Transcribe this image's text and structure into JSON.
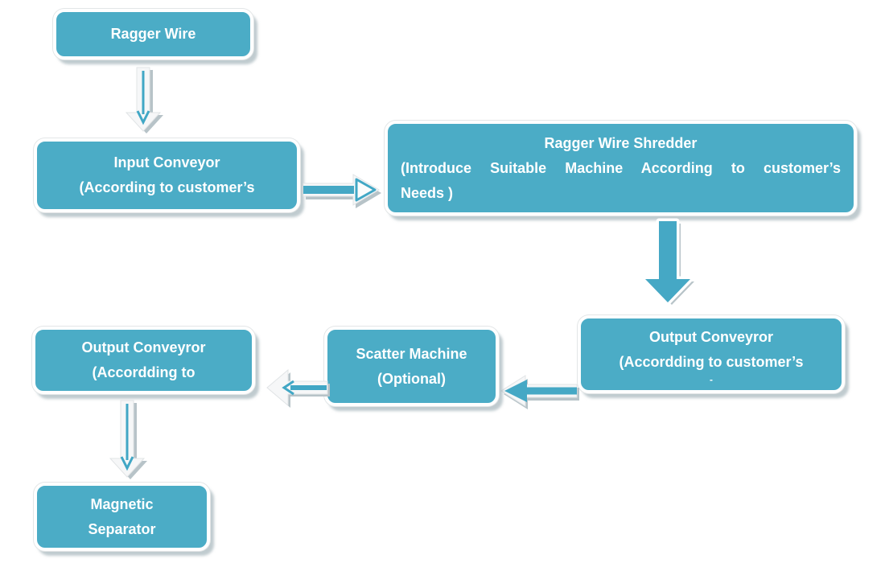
{
  "diagram": {
    "title": "Ragger Wire recycling process flowchart",
    "colors": {
      "node_fill": "#4BACC6",
      "node_border": "#FFFFFF",
      "shadow": "#B7C3C8",
      "arrow_teal": "#41A7C5",
      "text": "#FFFFFF",
      "background": "#FFFFFF"
    },
    "nodes": [
      {
        "id": "ragger-wire",
        "lines": [
          "Ragger Wire"
        ]
      },
      {
        "id": "input-conveyor",
        "lines": [
          "Input Conveyor",
          "(According to customer’s"
        ]
      },
      {
        "id": "ragger-wire-shredder",
        "lines": [
          "Ragger Wire Shredder",
          "(Introduce Suitable Machine According to customer’s",
          "Needs )"
        ]
      },
      {
        "id": "output-conveyror-right",
        "lines": [
          "Output Conveyror",
          "(Accordding to customer’s",
          "-"
        ]
      },
      {
        "id": "scatter-machine",
        "lines": [
          "Scatter Machine",
          "(Optional)"
        ]
      },
      {
        "id": "output-conveyror-left",
        "lines": [
          "Output Conveyror",
          "(Accordding to"
        ]
      },
      {
        "id": "magnetic-separator",
        "lines": [
          "Magnetic",
          "Separator"
        ]
      }
    ],
    "connections": [
      {
        "from": "ragger-wire",
        "to": "input-conveyor",
        "direction": "down"
      },
      {
        "from": "input-conveyor",
        "to": "ragger-wire-shredder",
        "direction": "right"
      },
      {
        "from": "ragger-wire-shredder",
        "to": "output-conveyror-right",
        "direction": "down"
      },
      {
        "from": "output-conveyror-right",
        "to": "scatter-machine",
        "direction": "left"
      },
      {
        "from": "scatter-machine",
        "to": "output-conveyror-left",
        "direction": "left"
      },
      {
        "from": "output-conveyror-left",
        "to": "magnetic-separator",
        "direction": "down"
      }
    ]
  }
}
